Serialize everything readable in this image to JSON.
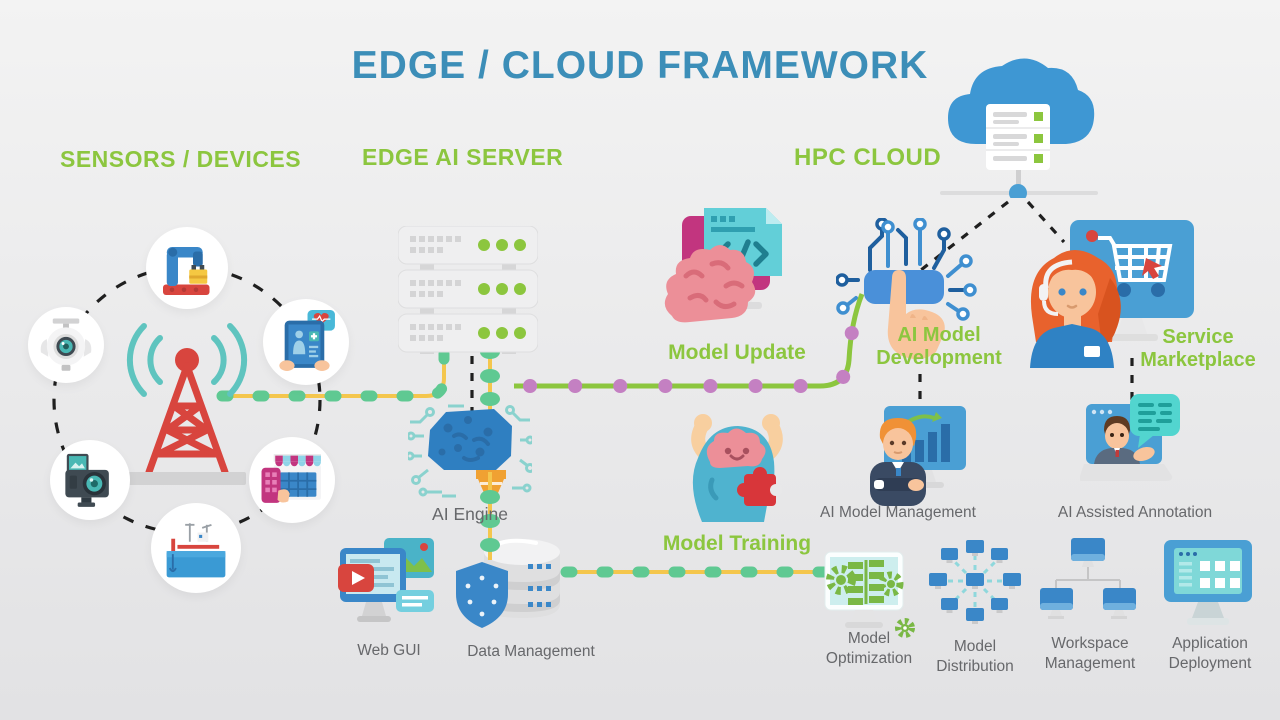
{
  "title": "EDGE / CLOUD FRAMEWORK",
  "sections": {
    "sensors_devices": "SENSORS / DEVICES",
    "edge_ai_server": "EDGE AI SERVER",
    "hpc_cloud": "HPC CLOUD"
  },
  "labels": {
    "ai_engine": "AI Engine",
    "web_gui": "Web GUI",
    "data_management": "Data Management",
    "model_update": "Model Update",
    "model_training": "Model Training",
    "ai_model_development": "AI Model Development",
    "service_marketplace": "Service Marketplace",
    "ai_model_management": "AI Model Management",
    "ai_assisted_annotation": "AI Assisted Annotation",
    "model_optimization": "Model Optimization",
    "model_distribution": "Model Distribution",
    "workspace_management": "Workspace Management",
    "application_deployment": "Application Deployment"
  },
  "icons": {
    "radio-tower-icon": "red lattice antenna tower with teal signal arcs",
    "robot-arm-icon": "industrial robotic arm",
    "cctv-camera-icon": "security camera",
    "medical-tablet-icon": "tablet with health scan and heart bubble",
    "dslr-camera-icon": "photo camera",
    "store-icon": "retail storefront with phone",
    "cargo-ship-icon": "ship on water",
    "server-rack-icon": "3-unit edge server rack",
    "brain-chip-icon": "AI brain on chip with circuits",
    "code-brain-icon": "brain with code screen, glyph </>",
    "strong-brain-icon": "brain flexing arms with puzzle piece",
    "circuit-touch-icon": "finger touching AI circuit chip",
    "cloud-server-icon": "cloud with server rack",
    "cart-monitor-icon": "support woman with shopping-cart monitor",
    "chart-monitor-icon": "businessman with analytics monitor",
    "annotation-laptop-icon": "man in laptop with speech bubble",
    "gears-monitor-icon": "monitor with gears and model tree",
    "network-monitors-icon": "distributed monitor network",
    "monitor-tree-icon": "three linked workstations",
    "app-grid-monitor-icon": "monitor with application grid"
  },
  "colors": {
    "title_blue": "#3c8eb8",
    "accent_green": "#8cc63f",
    "label_gray": "#67686b",
    "line_yellow": "#f4c64d",
    "dot_mint": "#5fc992",
    "line_green": "#8cc63e",
    "dot_purple": "#c480c2",
    "dash_black": "#1f1f1f",
    "primary_blue": "#3a87c8",
    "red": "#d8453e",
    "magenta": "#c2357f",
    "teal": "#4ab8c8"
  }
}
